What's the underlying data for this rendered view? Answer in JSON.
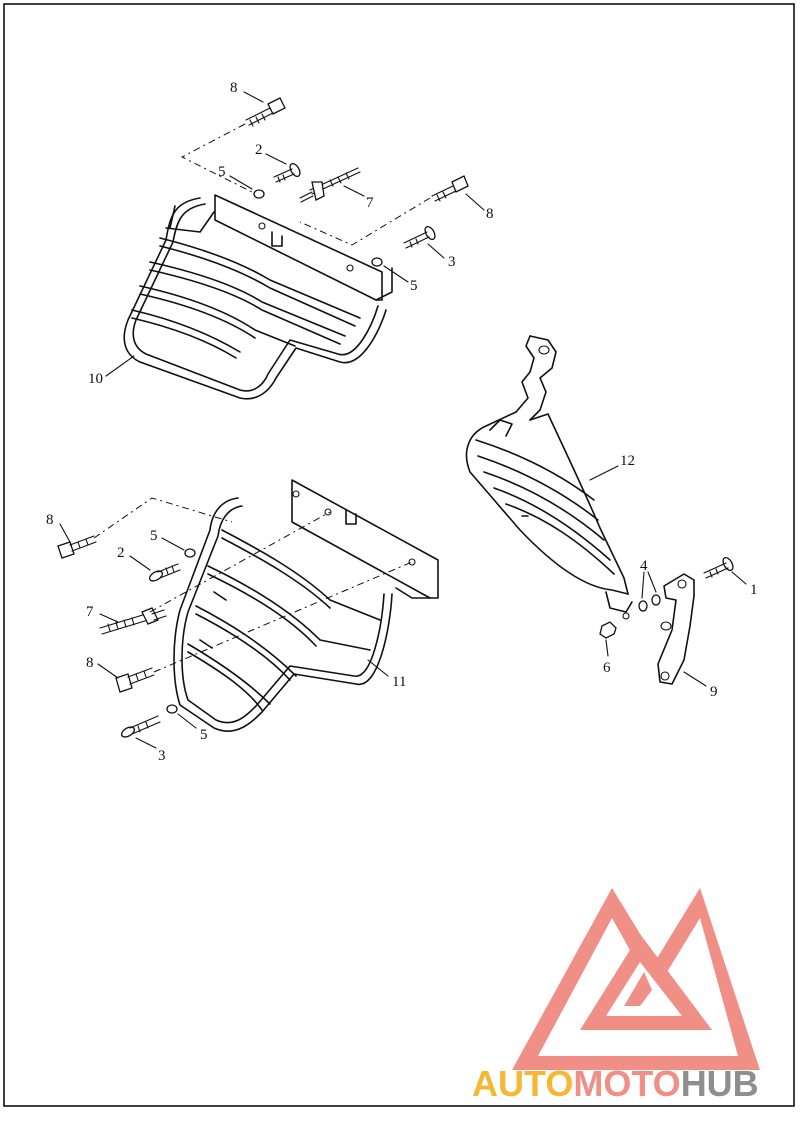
{
  "callouts": {
    "c8a": "8",
    "c2a": "2",
    "c5a": "5",
    "c7a": "7",
    "c8b": "8",
    "c3a": "3",
    "c5b": "5",
    "c10": "10",
    "c12": "12",
    "c8c": "8",
    "c5c": "5",
    "c2b": "2",
    "c7b": "7",
    "c8d": "8",
    "c5d": "5",
    "c3b": "3",
    "c11": "11",
    "c4": "4",
    "c1": "1",
    "c6": "6",
    "c9": "9"
  },
  "watermark": {
    "part1": "AUTO",
    "part2": "MOTO",
    "part3": "HUB",
    "color_red": "#f08f85",
    "color_orange": "#f7b733",
    "color_gray": "#8e8e8e",
    "icon": "automotohub-triangle-logo"
  }
}
